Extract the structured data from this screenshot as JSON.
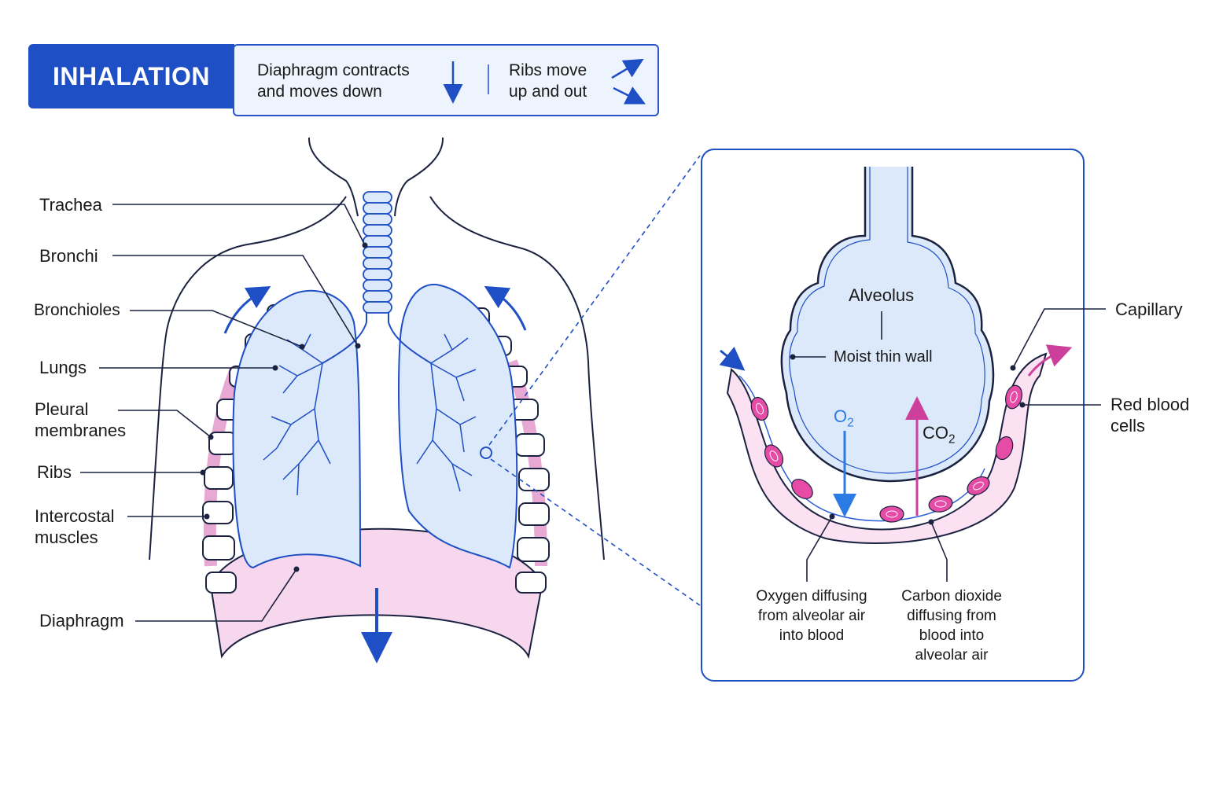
{
  "header": {
    "title": "INHALATION",
    "diaphragm_line1": "Diaphragm contracts",
    "diaphragm_line2": "and moves down",
    "ribs_line1": "Ribs move",
    "ribs_line2": "up and out"
  },
  "labels": {
    "trachea": "Trachea",
    "bronchi": "Bronchi",
    "bronchioles": "Bronchioles",
    "lungs": "Lungs",
    "pleural_1": "Pleural",
    "pleural_2": "membranes",
    "ribs": "Ribs",
    "intercostal_1": "Intercostal",
    "intercostal_2": "muscles",
    "diaphragm": "Diaphragm"
  },
  "inset": {
    "alveolus": "Alveolus",
    "wall": "Moist thin wall",
    "capillary": "Capillary",
    "rbc_1": "Red blood",
    "rbc_2": "cells",
    "o2": "O",
    "o2_sub": "2",
    "co2": "CO",
    "co2_sub": "2",
    "oxygen_1": "Oxygen diffusing",
    "oxygen_2": "from alveolar air",
    "oxygen_3": "into blood",
    "co2_desc_1": "Carbon dioxide",
    "co2_desc_2": "diffusing from",
    "co2_desc_3": "blood into",
    "co2_desc_4": "alveolar air"
  },
  "colors": {
    "accent": "#1f4fc4",
    "lung_fill": "#dbe9fb",
    "pink": "#f3d3ea",
    "magenta": "#cc3f9a"
  }
}
